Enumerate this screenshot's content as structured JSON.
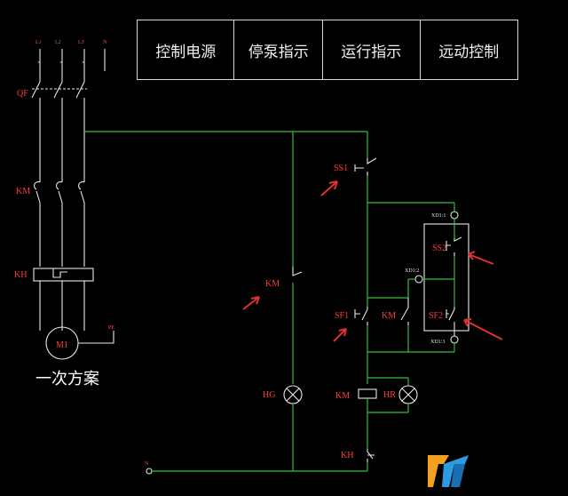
{
  "header_cells": [
    "控制电源",
    "停泵指示",
    "运行指示",
    "远动控制"
  ],
  "labels": {
    "phase_l1": "L1",
    "phase_l2": "L2",
    "phase_l3": "L3",
    "phase_n": "N",
    "qf": "QF",
    "km_main": "KM",
    "kh_main": "KH",
    "pe": "PE",
    "motor": "M1",
    "primary_scheme": "一次方案",
    "ss1": "SS1",
    "km_coil_contact": "KM",
    "sf1": "SF1",
    "km_aux": "KM",
    "hg": "HG",
    "km_coil": "KM",
    "hr": "HR",
    "kh_nc": "KH",
    "n_terminal": "N",
    "ss2": "SS2",
    "sf2": "SF2",
    "term_1": "XD1:1",
    "term_2": "XD1:2",
    "term_3": "XD1:3"
  },
  "colors": {
    "wire": "#2fbf3a",
    "symbol": "#e8e8e8",
    "arrow": "#e53030",
    "label": "#ff3a3a",
    "background": "#000000"
  }
}
